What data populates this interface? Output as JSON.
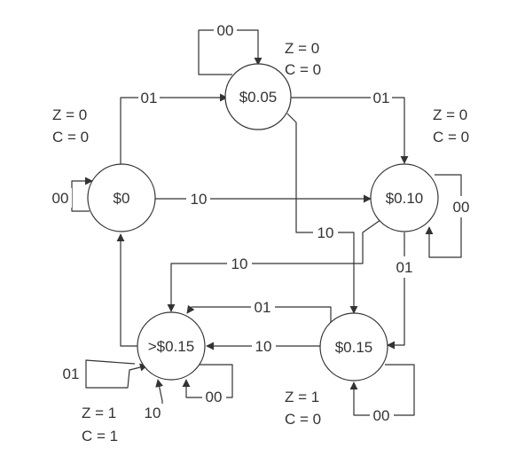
{
  "states": {
    "s0": "$0",
    "s005": "$0.05",
    "s010": "$0.10",
    "s015": "$0.15",
    "sgt015": ">$0.15"
  },
  "outputs": {
    "s0": {
      "z": "Z = 0",
      "c": "C = 0"
    },
    "s005": {
      "z": "Z = 0",
      "c": "C = 0"
    },
    "s010": {
      "z": "Z = 0",
      "c": "C = 0"
    },
    "s015": {
      "z": "Z = 1",
      "c": "C = 0"
    },
    "sgt015": {
      "z": "Z = 1",
      "c": "C = 1"
    }
  },
  "transitions": {
    "s0_self": "00",
    "s0_to_s005": "01",
    "s0_to_s010": "10",
    "s005_self": "00",
    "s005_to_s010": "01",
    "s005_to_s015": "10",
    "s010_self": "00",
    "s010_to_s015": "01",
    "s010_to_sgt015": "10",
    "s015_self": "00",
    "s015_to_sgt015_a": "01",
    "s015_to_sgt015_b": "10",
    "sgt015_self_01": "01",
    "sgt015_self_10": "10",
    "sgt015_self_00": "00"
  }
}
